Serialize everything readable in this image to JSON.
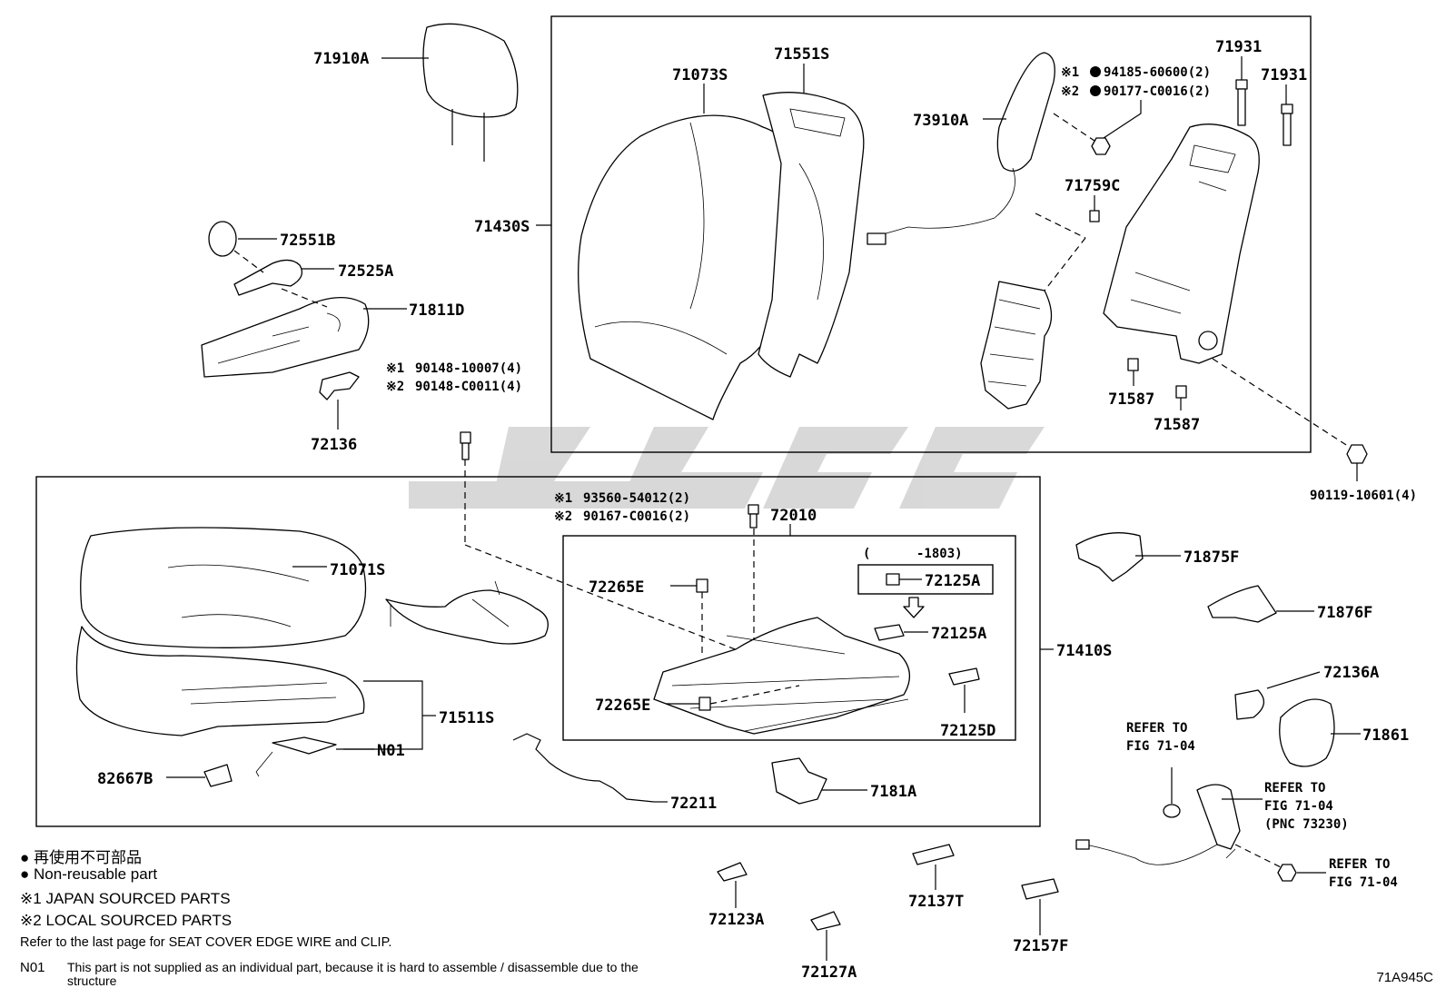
{
  "diagram_code": "71A945C",
  "watermark": "CLCL",
  "labels": {
    "p71910A": "71910A",
    "p72551B": "72551B",
    "p72525A": "72525A",
    "p71811D": "71811D",
    "p72136": "72136",
    "p71073S": "71073S",
    "p71551S": "71551S",
    "p71430S": "71430S",
    "p73910A": "73910A",
    "p71759C": "71759C",
    "p71931a": "71931",
    "p71931b": "71931",
    "p71587a": "71587",
    "p71587b": "71587",
    "p71071S": "71071S",
    "p71511S": "71511S",
    "pN01": "N01",
    "p82667B": "82667B",
    "p72211": "72211",
    "p7181A": "7181A",
    "p72010": "72010",
    "p72265E_a": "72265E",
    "p72265E_b": "72265E",
    "p72125A_a": "72125A",
    "p72125A_b": "72125A",
    "p72125D": "72125D",
    "p71410S": "71410S",
    "p71875F": "71875F",
    "p71876F": "71876F",
    "p72136A": "72136A",
    "p71861": "71861",
    "p72123A": "72123A",
    "p72127A": "72127A",
    "p72137T": "72137T",
    "p72157F": "72157F",
    "range_1803": "(      -1803)"
  },
  "fasteners": {
    "f94185_mark": "※1",
    "f94185": "94185-60600(2)",
    "f90177_mark": "※2",
    "f90177": "90177-C0016(2)",
    "f90148a_mark": "※1",
    "f90148a": "90148-10007(4)",
    "f90148b_mark": "※2",
    "f90148b": "90148-C0011(4)",
    "f93560_mark": "※1",
    "f93560": "93560-54012(2)",
    "f90167_mark": "※2",
    "f90167": "90167-C0016(2)",
    "f90119": "90119-10601(4)"
  },
  "refs": {
    "r1_l1": "REFER TO",
    "r1_l2": "FIG 71-04",
    "r2_l1": "REFER TO",
    "r2_l2": "FIG 71-04",
    "r2_l3": "(PNC 73230)",
    "r3_l1": "REFER TO",
    "r3_l2": "FIG 71-04"
  },
  "legend": {
    "nonreusable_jp": "再使用不可部品",
    "nonreusable_en": "Non-reusable part",
    "japan_mark": "※1",
    "japan": "JAPAN SOURCED PARTS",
    "local_mark": "※2",
    "local": "LOCAL SOURCED PARTS",
    "refer_note": "Refer to the last page for SEAT COVER EDGE WIRE and CLIP.",
    "n01_code": "N01",
    "n01_text": "This part is not supplied as an individual part, because it is hard to assemble / disassemble due to the structure"
  },
  "icons": {
    "nonreusable": "filled-circle-icon"
  }
}
